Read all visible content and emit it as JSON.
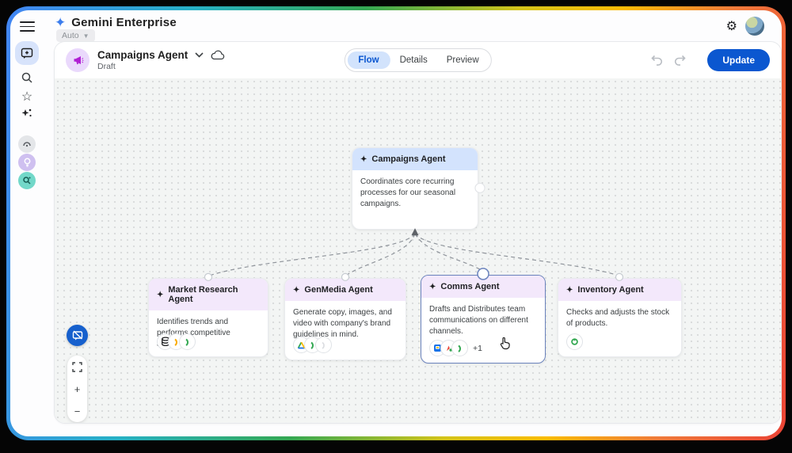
{
  "window": {
    "app_title": "Gemini Enterprise"
  },
  "topbar": {
    "mode_chip": "Auto"
  },
  "sidebar": {
    "icons": [
      "menu-icon",
      "new-chat-icon",
      "search-icon",
      "star-icon",
      "sparkle-icon",
      "gauge-agent-icon",
      "idea-agent-icon",
      "research-agent-icon"
    ]
  },
  "header": {
    "agent_name": "Campaigns Agent",
    "status": "Draft",
    "tabs": [
      {
        "label": "Flow"
      },
      {
        "label": "Details"
      },
      {
        "label": "Preview"
      }
    ],
    "active_tab": "Flow",
    "update_label": "Update"
  },
  "canvas": {
    "nodes": [
      {
        "title": "Campaigns Agent",
        "description": "Coordinates core recurring processes for our seasonal campaigns.",
        "variant": "root"
      },
      {
        "title": "Market Research Agent",
        "description": "Identifies trends and performs competitive analysis.",
        "badges": [
          "database-icon",
          "chart-yellow-icon",
          "arc-green-icon"
        ]
      },
      {
        "title": "GenMedia Agent",
        "description": "Generate copy, images, and video with company's brand guidelines in mind.",
        "badges": [
          "drive-icon",
          "arc-green-icon",
          "blank"
        ]
      },
      {
        "title": "Comms Agent",
        "description": "Drafts and Distributes team communications on different channels.",
        "badges": [
          "chat-icon",
          "spark-red-icon",
          "arc-green-icon"
        ],
        "extra_count": "+1",
        "selected": true
      },
      {
        "title": "Inventory Agent",
        "description": "Checks and adjusts the stock of products.",
        "badges": [
          "ring-green-icon"
        ]
      }
    ],
    "zoom_controls": {
      "zoom_in": "+",
      "zoom_out": "−"
    }
  },
  "colors": {
    "accent_blue": "#0b57d0",
    "tab_active_bg": "#d2e3fc",
    "root_header": "#d3e3fd",
    "child_header": "#f3e8fb",
    "selected_border": "#6b83bd",
    "canvas_bg": "#f3f5f4"
  }
}
